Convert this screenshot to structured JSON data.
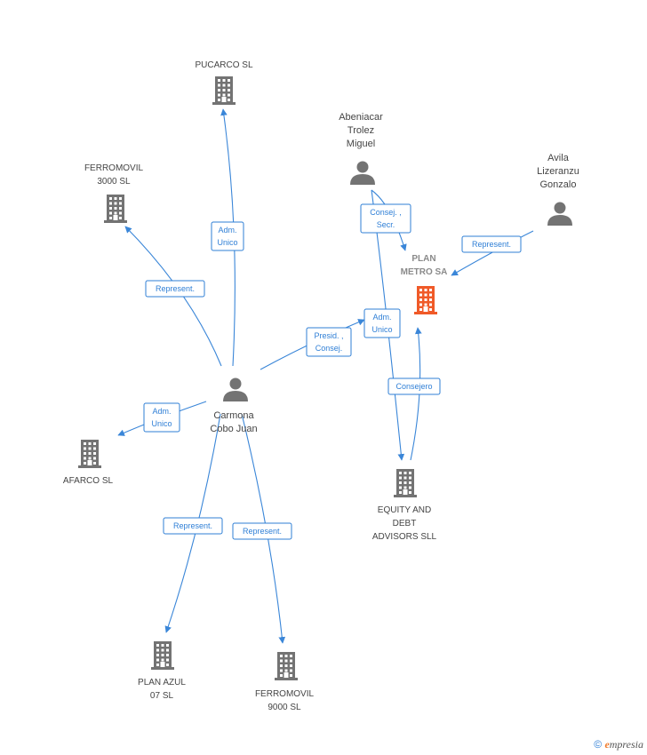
{
  "colors": {
    "edge": "#3a86d8",
    "company": "#737373",
    "focus_company": "#f05a28",
    "person": "#737373",
    "label_text": "#444444"
  },
  "nodes": [
    {
      "id": "pucarco",
      "type": "company",
      "lines": [
        "PUCARCO SL"
      ]
    },
    {
      "id": "ferromovil3000",
      "type": "company",
      "lines": [
        "FERROMOVIL",
        "3000 SL"
      ]
    },
    {
      "id": "abeniacar",
      "type": "person",
      "lines": [
        "Abeniacar",
        "Trolez",
        "Miguel"
      ]
    },
    {
      "id": "avila",
      "type": "person",
      "lines": [
        "Avila",
        "Lizeranzu",
        "Gonzalo"
      ]
    },
    {
      "id": "planmetro",
      "type": "company",
      "focus": true,
      "lines": [
        "PLAN",
        "METRO SA"
      ]
    },
    {
      "id": "carmona",
      "type": "person",
      "lines": [
        "Carmona",
        "Cobo Juan"
      ]
    },
    {
      "id": "afarco",
      "type": "company",
      "lines": [
        "AFARCO  SL"
      ]
    },
    {
      "id": "equity",
      "type": "company",
      "lines": [
        "EQUITY AND",
        "DEBT",
        "ADVISORS SLL"
      ]
    },
    {
      "id": "planazul",
      "type": "company",
      "lines": [
        "PLAN AZUL",
        "07 SL"
      ]
    },
    {
      "id": "ferromovil9000",
      "type": "company",
      "lines": [
        "FERROMOVIL",
        "9000 SL"
      ]
    }
  ],
  "relations": [
    {
      "id": "r_pucarco",
      "from": "carmona",
      "to": "pucarco",
      "lines": [
        "Adm.",
        "Unico"
      ]
    },
    {
      "id": "r_ferro3000",
      "from": "carmona",
      "to": "ferromovil3000",
      "lines": [
        "Represent."
      ]
    },
    {
      "id": "r_abeniacar_plan",
      "from": "abeniacar",
      "to": "planmetro",
      "lines": [
        "Consej. ,",
        "Secr."
      ]
    },
    {
      "id": "r_avila_plan",
      "from": "avila",
      "to": "planmetro",
      "lines": [
        "Represent."
      ]
    },
    {
      "id": "r_carmona_plan",
      "from": "carmona",
      "to": "planmetro",
      "lines": [
        "Presid. ,",
        "Consej."
      ]
    },
    {
      "id": "r_abeniacar_equity",
      "from": "abeniacar",
      "to": "equity",
      "lines": [
        "Adm.",
        "Unico"
      ]
    },
    {
      "id": "r_equity_plan",
      "from": "equity",
      "to": "planmetro",
      "lines": [
        "Consejero"
      ]
    },
    {
      "id": "r_afarco",
      "from": "carmona",
      "to": "afarco",
      "lines": [
        "Adm.",
        "Unico"
      ]
    },
    {
      "id": "r_planazul",
      "from": "carmona",
      "to": "planazul",
      "lines": [
        "Represent."
      ]
    },
    {
      "id": "r_ferro9000",
      "from": "carmona",
      "to": "ferromovil9000",
      "lines": [
        "Represent."
      ]
    }
  ],
  "footer": {
    "copyright": "©",
    "brand_initial": "e",
    "brand_rest": "mpresia"
  }
}
